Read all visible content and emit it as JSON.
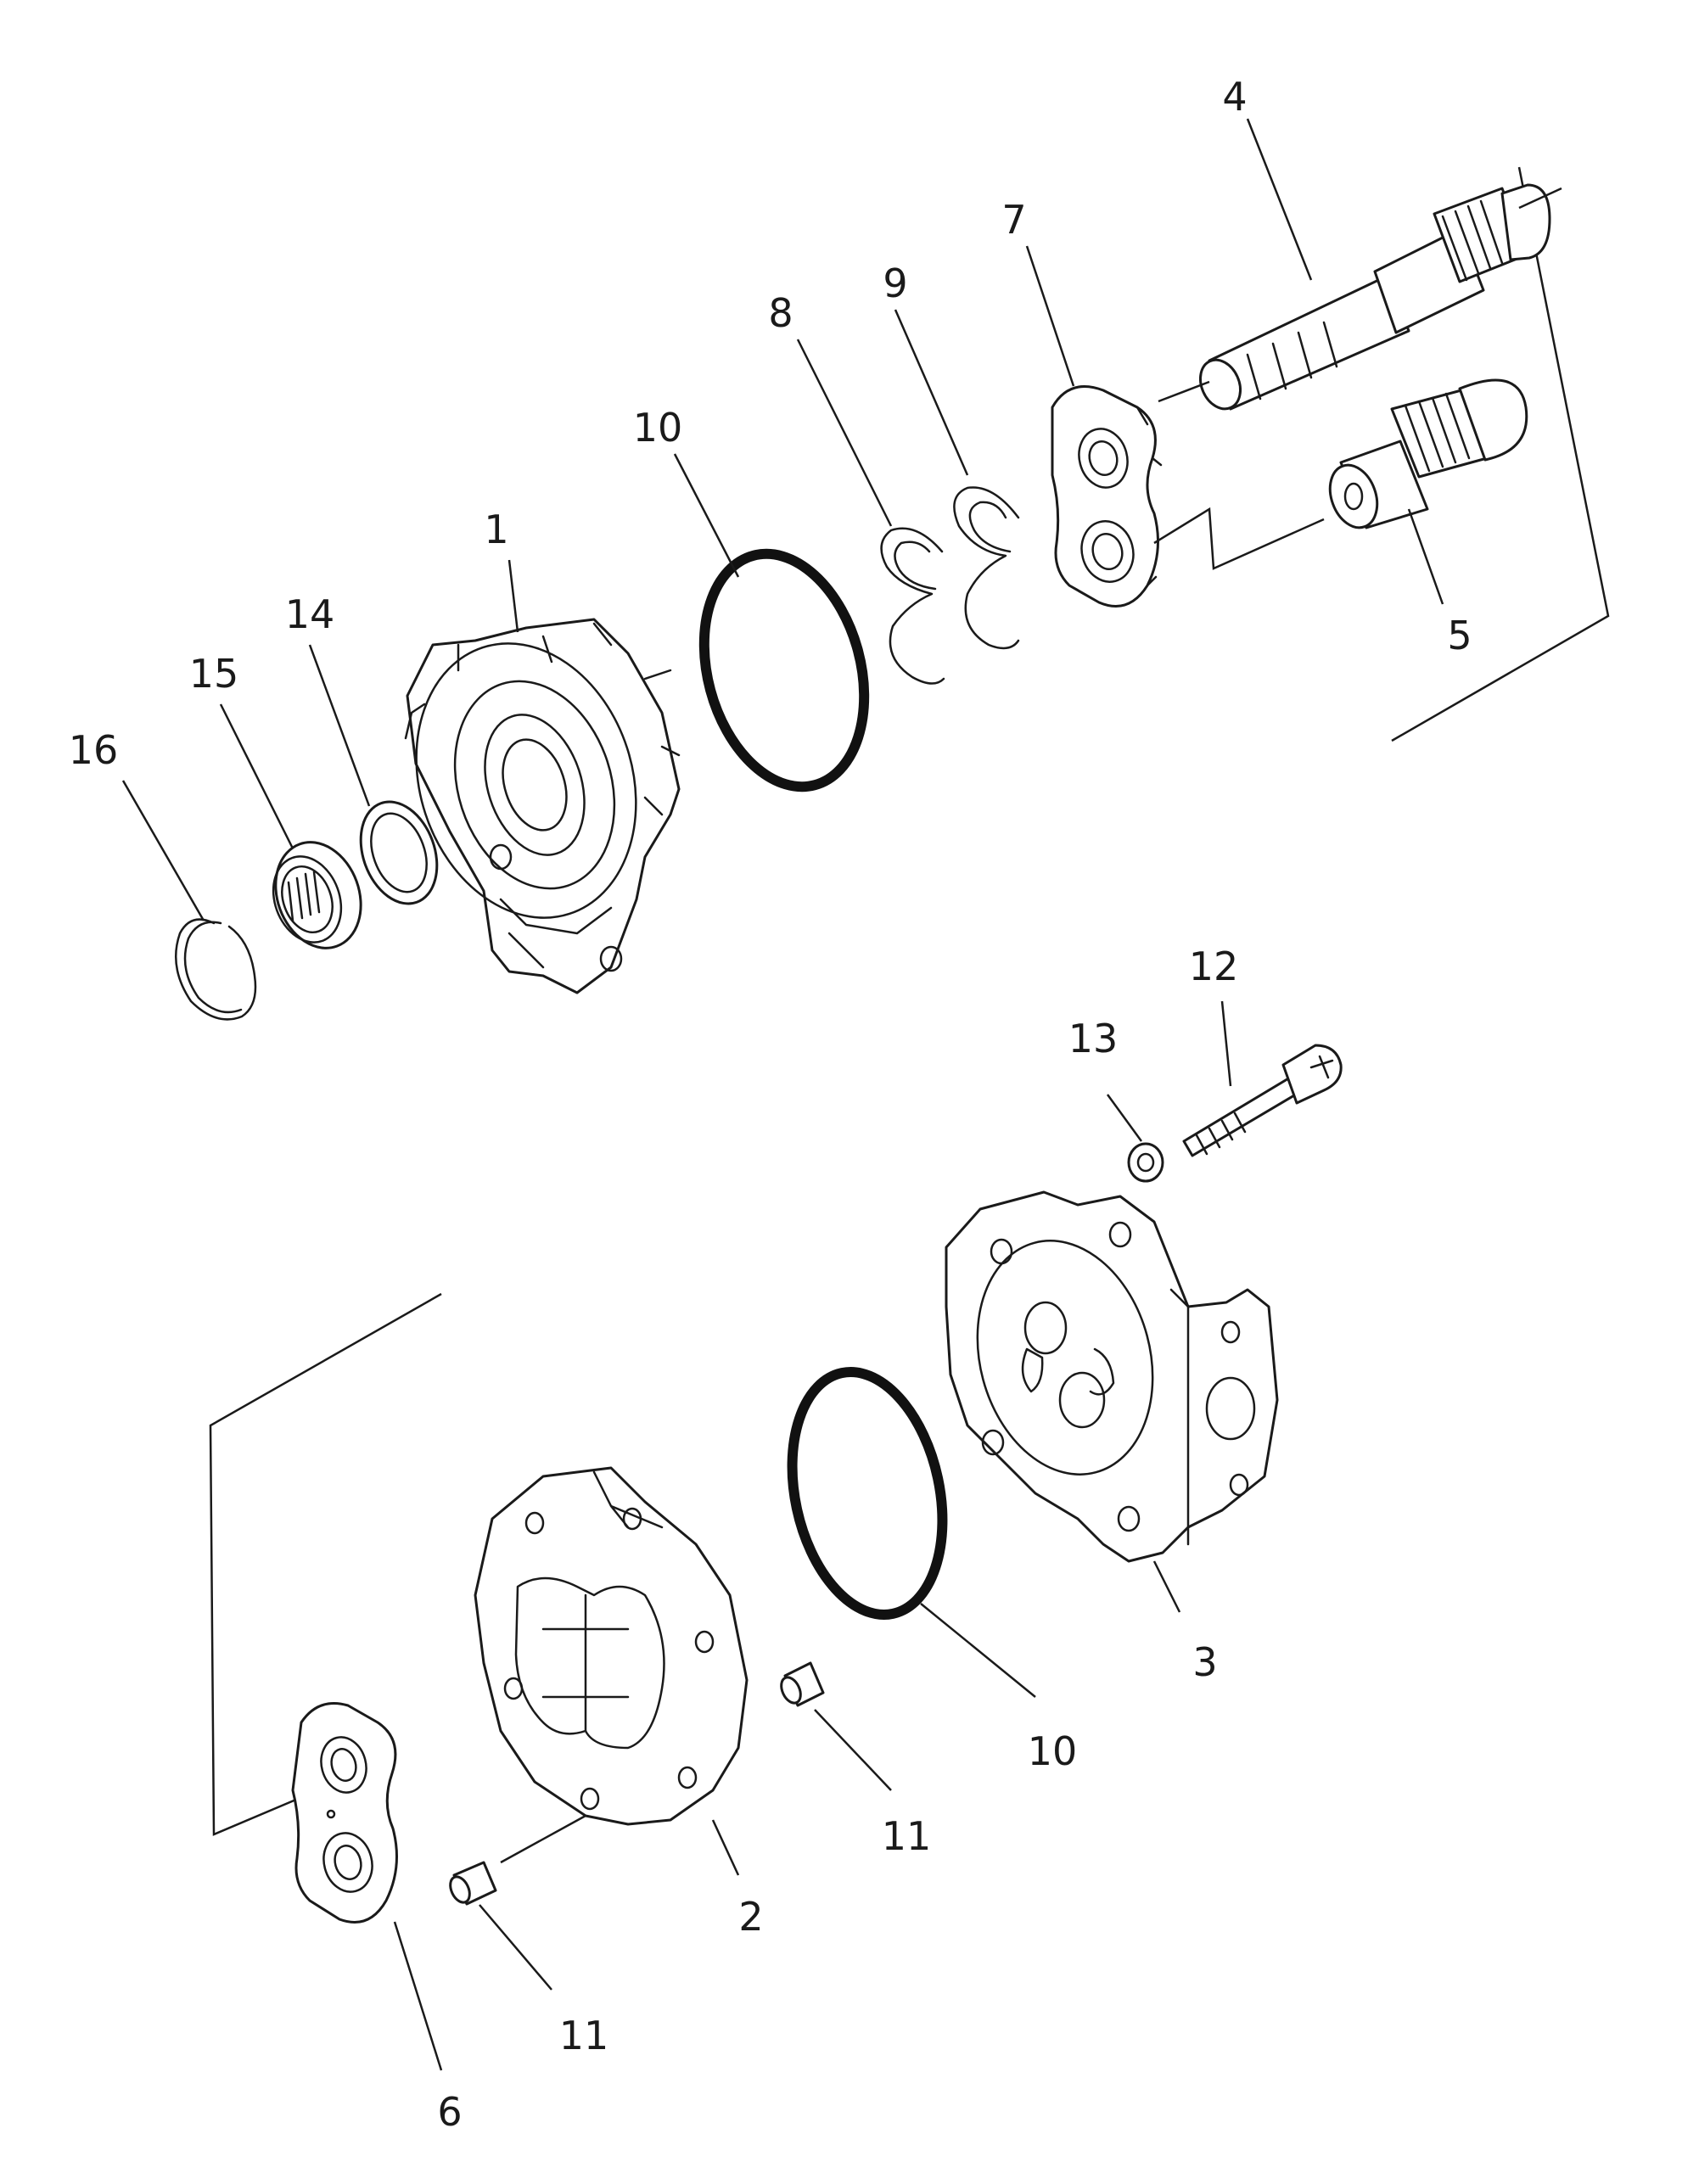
{
  "callouts": {
    "c1": "1",
    "c2": "2",
    "c3": "3",
    "c4": "4",
    "c5": "5",
    "c6": "6",
    "c7": "7",
    "c8": "8",
    "c9": "9",
    "c10a": "10",
    "c10b": "10",
    "c11a": "11",
    "c11b": "11",
    "c12": "12",
    "c13": "13",
    "c14": "14",
    "c15": "15",
    "c16": "16"
  },
  "colors": {
    "ink": "#1a1a1a",
    "background": "#ffffff"
  }
}
